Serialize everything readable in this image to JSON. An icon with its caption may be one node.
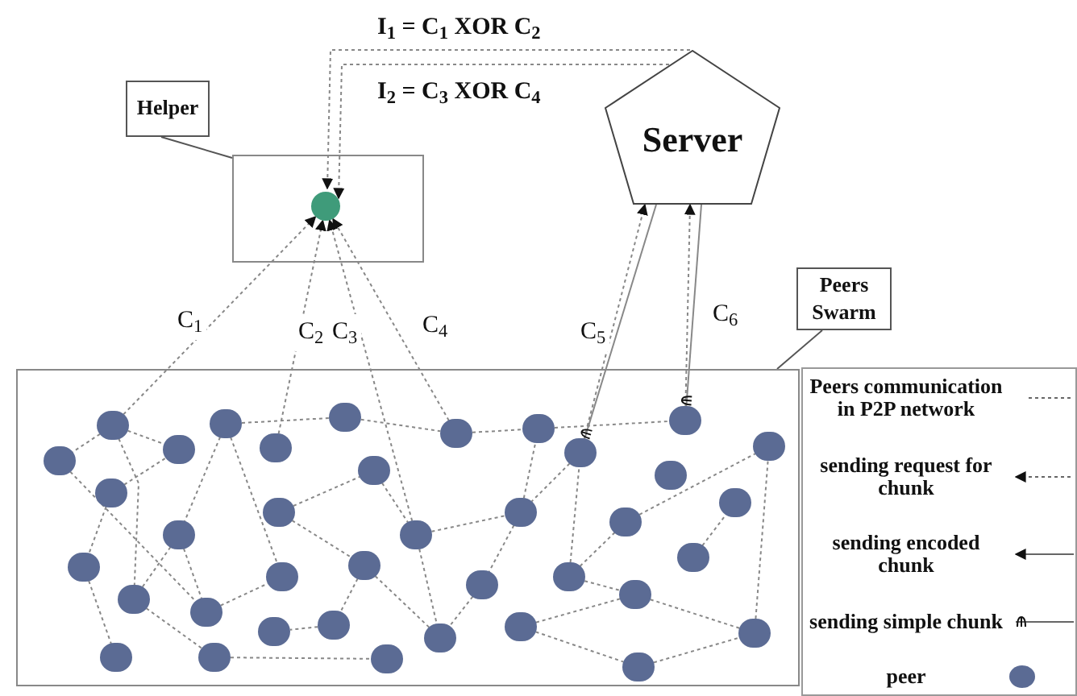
{
  "diagram": {
    "nodes": [
      {
        "text": [
          "Helper"
        ]
      },
      {
        "text": [],
        "shape": "box"
      },
      {
        "text": [],
        "shape": "circle",
        "in": 1
      },
      {
        "text": [
          "Server"
        ]
      },
      {
        "text": [
          "Peers Swarm"
        ]
      },
      {
        "text": [],
        "shape": "box"
      },
      {
        "text": [],
        "shape": "circle",
        "in": 5
      },
      {
        "text": [],
        "shape": "circle",
        "in": 5
      },
      {
        "text": [],
        "shape": "circle",
        "in": 5
      },
      {
        "text": [],
        "shape": "circle",
        "in": 5
      },
      {
        "text": [],
        "shape": "circle",
        "in": 5
      },
      {
        "text": [],
        "shape": "circle",
        "in": 5
      },
      {
        "text": [],
        "shape": "circle",
        "in": 5
      },
      {
        "text": [],
        "shape": "circle",
        "in": 5
      },
      {
        "text": [],
        "shape": "circle",
        "in": 5
      },
      {
        "text": [],
        "shape": "circle",
        "in": 5
      },
      {
        "text": [],
        "shape": "circle",
        "in": 5
      },
      {
        "text": [],
        "shape": "circle",
        "in": 5
      },
      {
        "text": [],
        "shape": "circle",
        "in": 5
      },
      {
        "text": [],
        "shape": "circle",
        "in": 5
      },
      {
        "text": [],
        "shape": "circle",
        "in": 5
      },
      {
        "text": [],
        "shape": "circle",
        "in": 5
      },
      {
        "text": [],
        "shape": "circle",
        "in": 5
      },
      {
        "text": [],
        "shape": "circle",
        "in": 5
      },
      {
        "text": [],
        "shape": "circle",
        "in": 5
      },
      {
        "text": [],
        "shape": "circle",
        "in": 5
      },
      {
        "text": [],
        "shape": "circle",
        "in": 5
      },
      {
        "text": [],
        "shape": "circle",
        "in": 5
      },
      {
        "text": [],
        "shape": "circle",
        "in": 5
      },
      {
        "text": [],
        "shape": "circle",
        "in": 5
      },
      {
        "text": [],
        "shape": "circle",
        "in": 5
      },
      {
        "text": [],
        "shape": "circle",
        "in": 5
      },
      {
        "text": [],
        "shape": "circle",
        "in": 5
      },
      {
        "text": [],
        "shape": "circle",
        "in": 5
      },
      {
        "text": [],
        "shape": "circle",
        "in": 5
      },
      {
        "text": [],
        "shape": "circle",
        "in": 5
      },
      {
        "text": [],
        "shape": "circle",
        "in": 5
      },
      {
        "text": [],
        "shape": "circle",
        "in": 5
      },
      {
        "text": [],
        "shape": "circle",
        "in": 5
      },
      {
        "text": [],
        "shape": "circle",
        "in": 5
      },
      {
        "text": [],
        "shape": "circle",
        "in": 5
      },
      {
        "text": [],
        "shape": "circle",
        "in": 5
      },
      {
        "text": [],
        "shape": "circle",
        "in": 5
      },
      {
        "text": [],
        "shape": "circle",
        "in": 5
      }
    ],
    "edges": [
      {
        "from": 0,
        "to": 1,
        "arrow": "none"
      },
      {
        "from": 4,
        "to": 5,
        "arrow": "none"
      },
      {
        "from": 3,
        "to": 2,
        "arrow": "to",
        "label": "I$_{1}$ = C$_{1}$ XOR C$_{2}$",
        "style": "dashed"
      },
      {
        "from": 3,
        "to": 2,
        "arrow": "to",
        "label": "I$_{2}$ = C$_{3}$ XOR C$_{4}$",
        "style": "dashed"
      },
      {
        "from": 6,
        "to": 2,
        "arrow": "to",
        "label": "C$_{1}$",
        "style": "dashed"
      },
      {
        "from": 11,
        "to": 2,
        "arrow": "to",
        "label": "C$_{2}$",
        "style": "dashed"
      },
      {
        "from": 23,
        "to": 2,
        "arrow": "to",
        "label": "C$_{3}$",
        "style": "dashed"
      },
      {
        "from": 13,
        "to": 2,
        "arrow": "to",
        "label": "C$_{4}$",
        "style": "dashed"
      },
      {
        "from": 15,
        "to": 3,
        "arrow": "to",
        "label": "C$_{5}$",
        "style": "dashed"
      },
      {
        "from": 3,
        "to": 15,
        "arrow": "other"
      },
      {
        "from": 16,
        "to": 3,
        "arrow": "to",
        "label": "C$_{6}$",
        "style": "dashed"
      },
      {
        "from": 3,
        "to": 16,
        "arrow": "other"
      },
      {
        "from": 6,
        "to": 7,
        "arrow": "none",
        "style": "dashed"
      },
      {
        "from": 6,
        "to": 8,
        "arrow": "none",
        "style": "dashed"
      },
      {
        "from": 6,
        "to": 32,
        "arrow": "none",
        "style": "dashed"
      },
      {
        "from": 7,
        "to": 33,
        "arrow": "none",
        "style": "dashed"
      },
      {
        "from": 9,
        "to": 8,
        "arrow": "none",
        "style": "dashed"
      },
      {
        "from": 9,
        "to": 26,
        "arrow": "none",
        "style": "dashed"
      },
      {
        "from": 26,
        "to": 40,
        "arrow": "none",
        "style": "dashed"
      },
      {
        "from": 10,
        "to": 21,
        "arrow": "none",
        "style": "dashed"
      },
      {
        "from": 10,
        "to": 12,
        "arrow": "none",
        "style": "dashed"
      },
      {
        "from": 10,
        "to": 27,
        "arrow": "none",
        "style": "dashed"
      },
      {
        "from": 21,
        "to": 32,
        "arrow": "none",
        "style": "dashed"
      },
      {
        "from": 21,
        "to": 33,
        "arrow": "none",
        "style": "dashed"
      },
      {
        "from": 33,
        "to": 27,
        "arrow": "none",
        "style": "dashed"
      },
      {
        "from": 32,
        "to": 41,
        "arrow": "none",
        "style": "dashed"
      },
      {
        "from": 41,
        "to": 42,
        "arrow": "none",
        "style": "dashed"
      },
      {
        "from": 20,
        "to": 19,
        "arrow": "none",
        "style": "dashed"
      },
      {
        "from": 20,
        "to": 28,
        "arrow": "none",
        "style": "dashed"
      },
      {
        "from": 28,
        "to": 35,
        "arrow": "none",
        "style": "dashed"
      },
      {
        "from": 28,
        "to": 37,
        "arrow": "none",
        "style": "dashed"
      },
      {
        "from": 35,
        "to": 34,
        "arrow": "none",
        "style": "dashed"
      },
      {
        "from": 19,
        "to": 23,
        "arrow": "none",
        "style": "dashed"
      },
      {
        "from": 23,
        "to": 37,
        "arrow": "none",
        "style": "dashed"
      },
      {
        "from": 23,
        "to": 22,
        "arrow": "none",
        "style": "dashed"
      },
      {
        "from": 22,
        "to": 14,
        "arrow": "none",
        "style": "dashed"
      },
      {
        "from": 22,
        "to": 29,
        "arrow": "none",
        "style": "dashed"
      },
      {
        "from": 29,
        "to": 37,
        "arrow": "none",
        "style": "dashed"
      },
      {
        "from": 14,
        "to": 16,
        "arrow": "none",
        "style": "dashed"
      },
      {
        "from": 12,
        "to": 13,
        "arrow": "none",
        "style": "dashed"
      },
      {
        "from": 13,
        "to": 14,
        "arrow": "none",
        "style": "dashed"
      },
      {
        "from": 15,
        "to": 22,
        "arrow": "none",
        "style": "dashed"
      },
      {
        "from": 30,
        "to": 15,
        "arrow": "none",
        "style": "dashed"
      },
      {
        "from": 30,
        "to": 36,
        "arrow": "none",
        "style": "dashed"
      },
      {
        "from": 24,
        "to": 17,
        "arrow": "none",
        "style": "dashed"
      },
      {
        "from": 30,
        "to": 24,
        "arrow": "none",
        "style": "dashed"
      },
      {
        "from": 36,
        "to": 38,
        "arrow": "none",
        "style": "dashed"
      },
      {
        "from": 38,
        "to": 43,
        "arrow": "none",
        "style": "dashed"
      },
      {
        "from": 43,
        "to": 39,
        "arrow": "none",
        "style": "dashed"
      },
      {
        "from": 39,
        "to": 17,
        "arrow": "none",
        "style": "dashed"
      },
      {
        "from": 36,
        "to": 39,
        "arrow": "none",
        "style": "dashed"
      },
      {
        "from": 31,
        "to": 25,
        "arrow": "none",
        "style": "dashed"
      }
    ],
    "legend": [
      {
        "text": "Peers communication in P2P network"
      },
      {
        "text": "sending request for chunk"
      },
      {
        "text": "sending encoded chunk"
      },
      {
        "text": "sending simple chunk"
      },
      {
        "text": "peer"
      }
    ]
  }
}
